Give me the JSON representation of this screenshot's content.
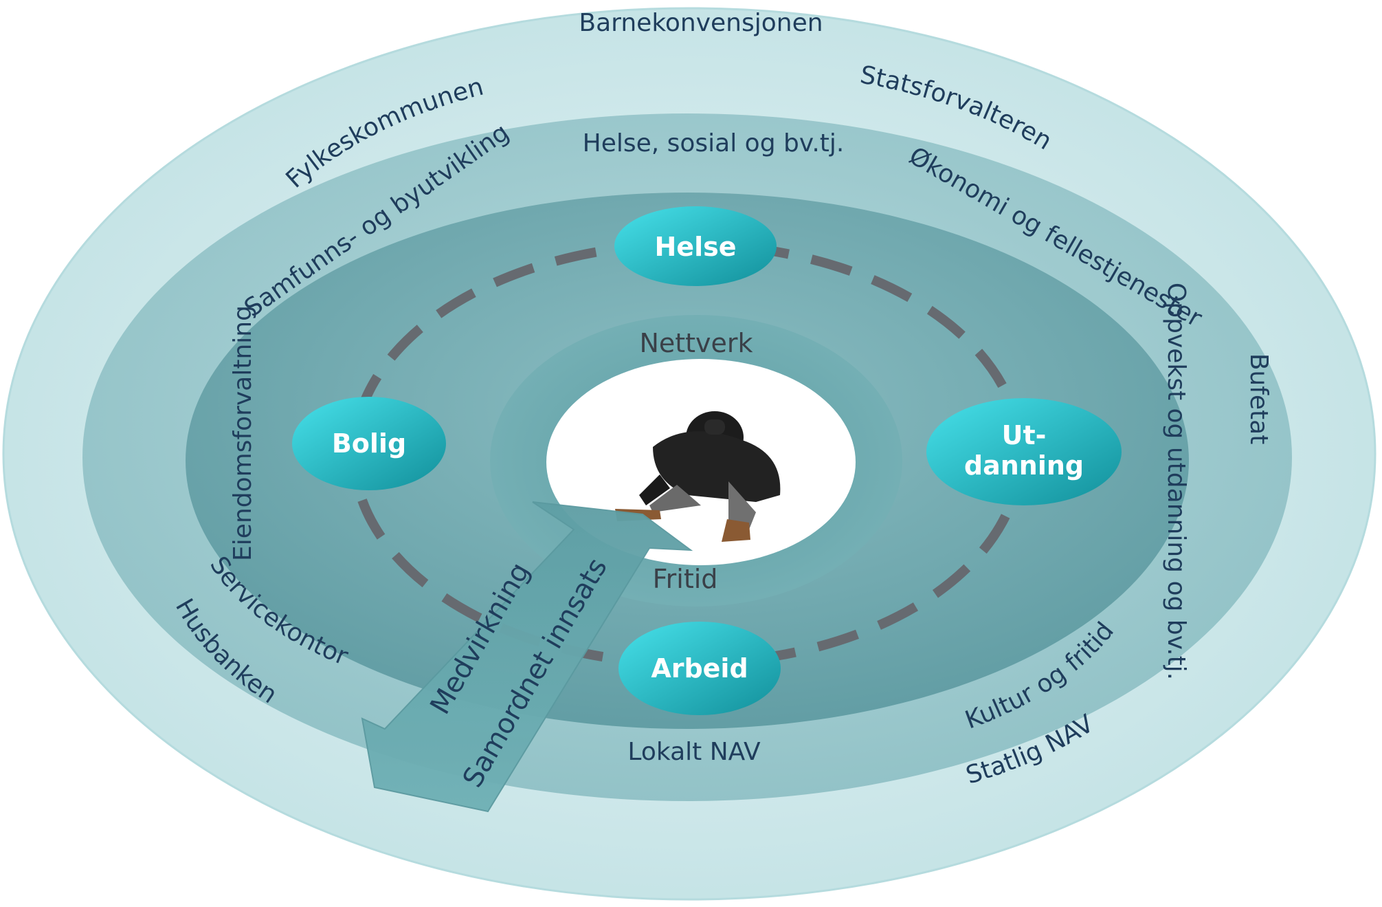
{
  "diagram": {
    "outer_ring": {
      "top": "Barnekonvensjonen",
      "left_upper": "Fylkeskommunen",
      "right_upper": "Statsforvalteren",
      "right": "Bufetat",
      "left_lower": "Husbanken",
      "right_lower": "Statlig NAV"
    },
    "municipal_ring": {
      "top": "Helse, sosial og bv.tj.",
      "upper_left": "Samfunns- og byutvikling",
      "upper_right": "Økonomi og fellestjenester",
      "left": "Eiendomsforvaltning",
      "right": "Oppvekst og utdanning og bv.tj.",
      "lower_left": "Servicekontor",
      "lower_right": "Kultur og fritid",
      "bottom": "Lokalt NAV"
    },
    "nodes": {
      "top": "Helse",
      "left": "Bolig",
      "right_line1": "Ut-",
      "right_line2": "danning",
      "bottom": "Arbeid"
    },
    "inner_ring": {
      "top": "Nettverk",
      "bottom": "Fritid"
    },
    "arrow": {
      "line1": "Medvirkning",
      "line2": "Samordnet innsats"
    },
    "colors": {
      "outer": "#c9e8ea",
      "ring2": "#a6cfd3",
      "ring3": "#73aab0",
      "inner_ring": "#8cc2c6",
      "node": "#27c5d1",
      "dash": "#666a70"
    }
  }
}
